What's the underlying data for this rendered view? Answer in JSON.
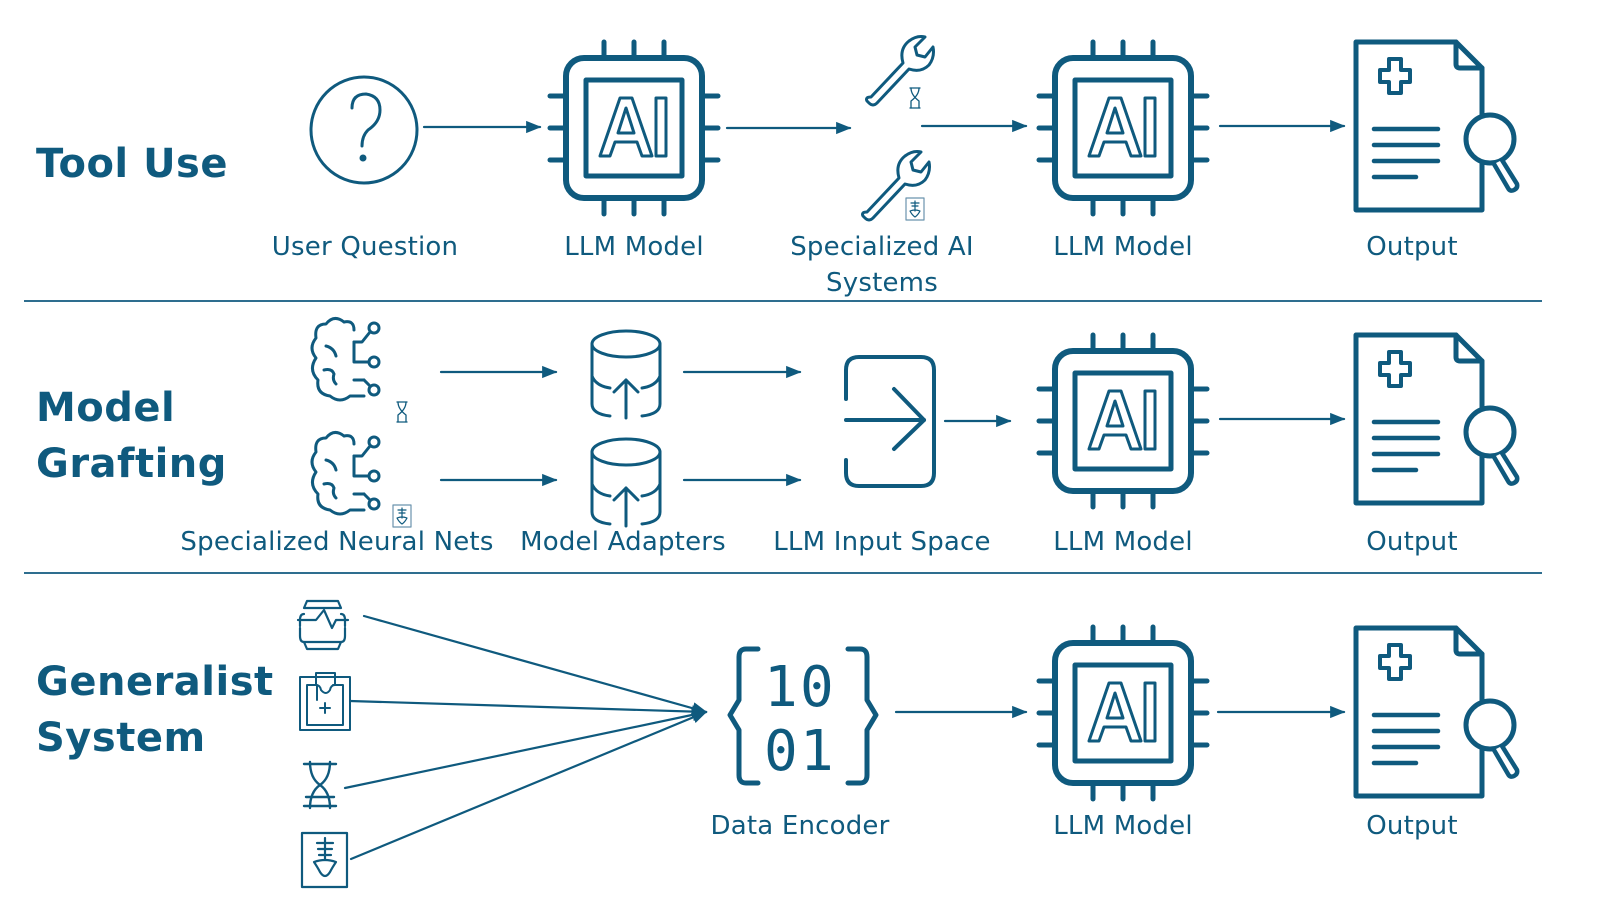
{
  "accent_color": "#0f5a7e",
  "rows": [
    {
      "title_lines": [
        "Tool Use"
      ],
      "nodes": [
        {
          "label": "User Question",
          "icon": "question-circle-icon"
        },
        {
          "label": "LLM Model",
          "icon": "ai-chip-icon"
        },
        {
          "label_lines": [
            "Specialized AI",
            "Systems"
          ],
          "icon": "wrench-icon",
          "sub_icons": [
            "dna-icon",
            "xray-icon"
          ]
        },
        {
          "label": "LLM Model",
          "icon": "ai-chip-icon"
        },
        {
          "label": "Output",
          "icon": "medical-report-search-icon"
        }
      ]
    },
    {
      "title_lines": [
        "Model",
        "Grafting"
      ],
      "nodes": [
        {
          "label": "Specialized Neural Nets",
          "icon": "neural-brain-icon",
          "sub_icons": [
            "dna-icon",
            "xray-icon"
          ]
        },
        {
          "label": "Model Adapters",
          "icon": "database-upload-icon"
        },
        {
          "label": "LLM Input Space",
          "icon": "input-arrow-box-icon"
        },
        {
          "label": "LLM Model",
          "icon": "ai-chip-icon"
        },
        {
          "label": "Output",
          "icon": "medical-report-search-icon"
        }
      ]
    },
    {
      "title_lines": [
        "Generalist",
        "System"
      ],
      "inputs": [
        "wearable-monitor-icon",
        "clipboard-medical-icon",
        "dna-icon",
        "xray-icon"
      ],
      "nodes": [
        {
          "label": "Data Encoder",
          "icon": "binary-braces-icon",
          "digits": [
            "1",
            "0",
            "0",
            "1"
          ]
        },
        {
          "label": "LLM Model",
          "icon": "ai-chip-icon"
        },
        {
          "label": "Output",
          "icon": "medical-report-search-icon"
        }
      ]
    }
  ],
  "chip_text": "AI"
}
